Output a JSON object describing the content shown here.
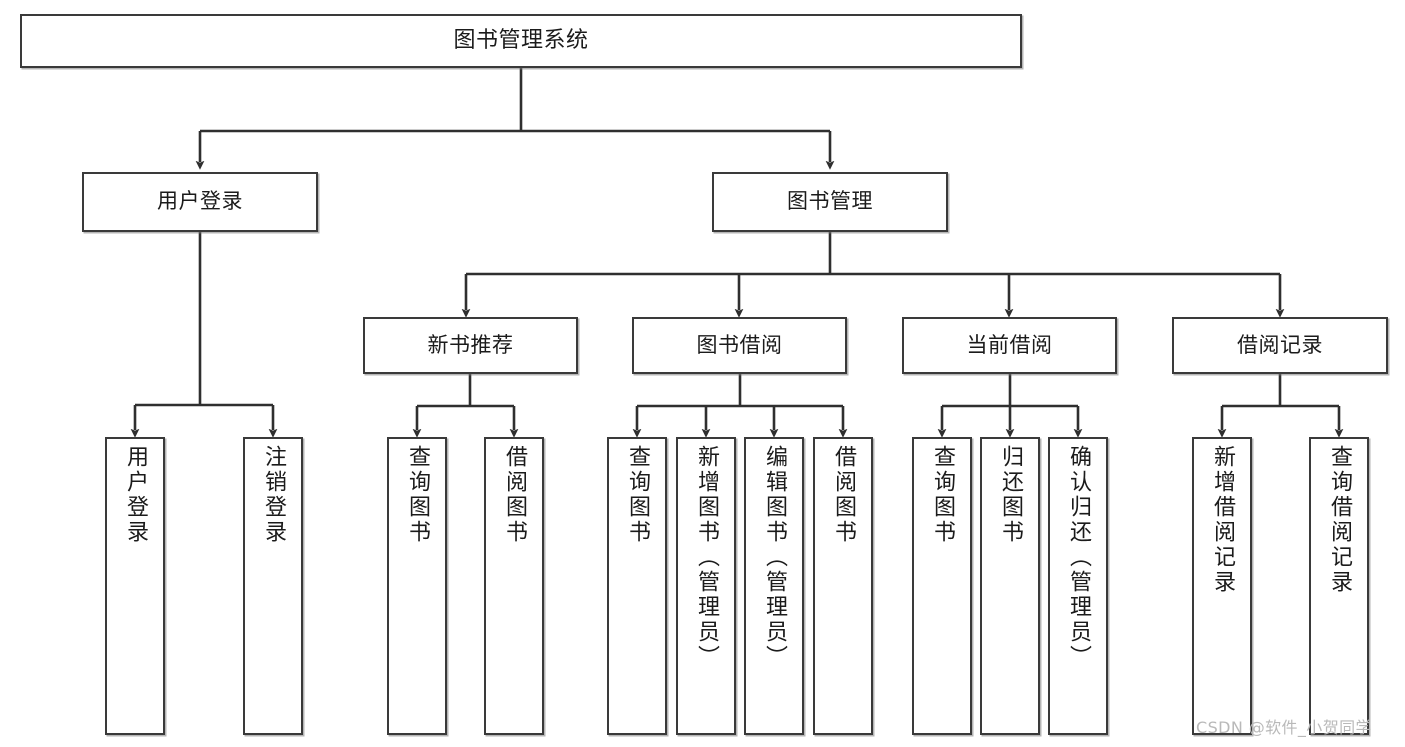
{
  "diagram": {
    "title": "图书管理系统",
    "watermark": "CSDN @软件_小贺同学",
    "colors": {
      "border": "#3a3a3a",
      "text": "#1b1b1b",
      "background": "#ffffff",
      "wire": "#2f2f2f",
      "watermark": "#b9b9b9"
    },
    "root": {
      "label": "图书管理系统"
    },
    "level2": [
      {
        "label": "用户登录"
      },
      {
        "label": "图书管理"
      }
    ],
    "level3": [
      {
        "label": "新书推荐"
      },
      {
        "label": "图书借阅"
      },
      {
        "label": "当前借阅"
      },
      {
        "label": "借阅记录"
      }
    ],
    "leaves": {
      "user_login": [
        {
          "label": "用户登录"
        },
        {
          "label": "注销登录"
        }
      ],
      "new_book_recommend": [
        {
          "label": "查询图书"
        },
        {
          "label": "借阅图书"
        }
      ],
      "book_borrow": [
        {
          "label": "查询图书"
        },
        {
          "label": "新增图书（管理员）"
        },
        {
          "label": "编辑图书（管理员）"
        },
        {
          "label": "借阅图书"
        }
      ],
      "current_borrow": [
        {
          "label": "查询图书"
        },
        {
          "label": "归还图书"
        },
        {
          "label": "确认归还（管理员）"
        }
      ],
      "borrow_record": [
        {
          "label": "新增借阅记录"
        },
        {
          "label": "查询借阅记录"
        }
      ]
    }
  }
}
